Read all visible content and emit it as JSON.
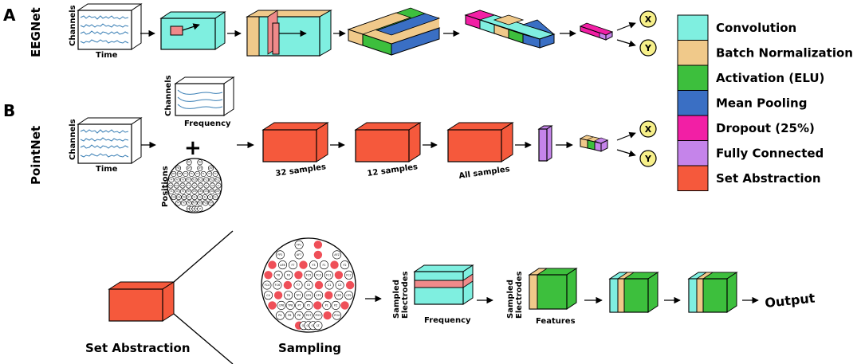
{
  "colors": {
    "convolution": "#7fefe0",
    "batch_norm": "#f0c98a",
    "activation": "#3dbf3d",
    "mean_pooling": "#3a6fc4",
    "dropout": "#f21fa5",
    "fully_connected": "#c584ea",
    "set_abstraction": "#f5593c",
    "eeg_line": "#3a7fb5",
    "electrode_highlight": "#ef4f58"
  },
  "panels": {
    "a": {
      "letter": "A",
      "title": "EEGNet",
      "channels": "Channels",
      "time": "Time"
    },
    "b": {
      "letter": "B",
      "title": "PointNet",
      "channels": "Channels",
      "time": "Time",
      "channels_freq": "Channels",
      "frequency": "Frequency",
      "plus": "+",
      "positions": "Positions",
      "samples_32": "32 samples",
      "samples_12": "12 samples",
      "samples_all": "All samples"
    },
    "c": {
      "set_abstraction": "Set Abstraction",
      "sampling": "Sampling",
      "sampled_electrodes_1": "Sampled\nElectrodes",
      "frequency": "Frequency",
      "sampled_electrodes_2": "Sampled\nElectrodes",
      "features": "Features",
      "output": "Output"
    }
  },
  "outputs": {
    "x": "X",
    "y": "Y"
  },
  "legend": [
    {
      "label": "Convolution",
      "color": "#7fefe0"
    },
    {
      "label": "Batch Normalization",
      "color": "#f0c98a"
    },
    {
      "label": "Activation (ELU)",
      "color": "#3dbf3d"
    },
    {
      "label": "Mean Pooling",
      "color": "#3a6fc4"
    },
    {
      "label": "Dropout (25%)",
      "color": "#f21fa5"
    },
    {
      "label": "Fully Connected",
      "color": "#c584ea"
    },
    {
      "label": "Set Abstraction",
      "color": "#f5593c"
    }
  ],
  "electrodes": [
    "FP1",
    "FPZ",
    "FP2",
    "AF7",
    "AF3",
    "AFZ",
    "AF4",
    "AF8",
    "F7",
    "F5",
    "F3",
    "F1",
    "FZ",
    "F2",
    "F4",
    "F6",
    "F8",
    "FT7",
    "FC5",
    "FC3",
    "FC1",
    "FCZ",
    "FC2",
    "FC4",
    "FC6",
    "FT8",
    "T7",
    "C5",
    "C3",
    "C1",
    "CZ",
    "C2",
    "C4",
    "C6",
    "T8",
    "TP7",
    "CP5",
    "CP3",
    "CP1",
    "CPZ",
    "CP2",
    "CP4",
    "CP6",
    "TP8",
    "P7",
    "P5",
    "P3",
    "P1",
    "PZ",
    "P2",
    "P4",
    "P6",
    "P8",
    "PO7",
    "PO3",
    "POZ",
    "PO4",
    "PO8",
    "O1",
    "OZ",
    "O2",
    "IZ"
  ]
}
